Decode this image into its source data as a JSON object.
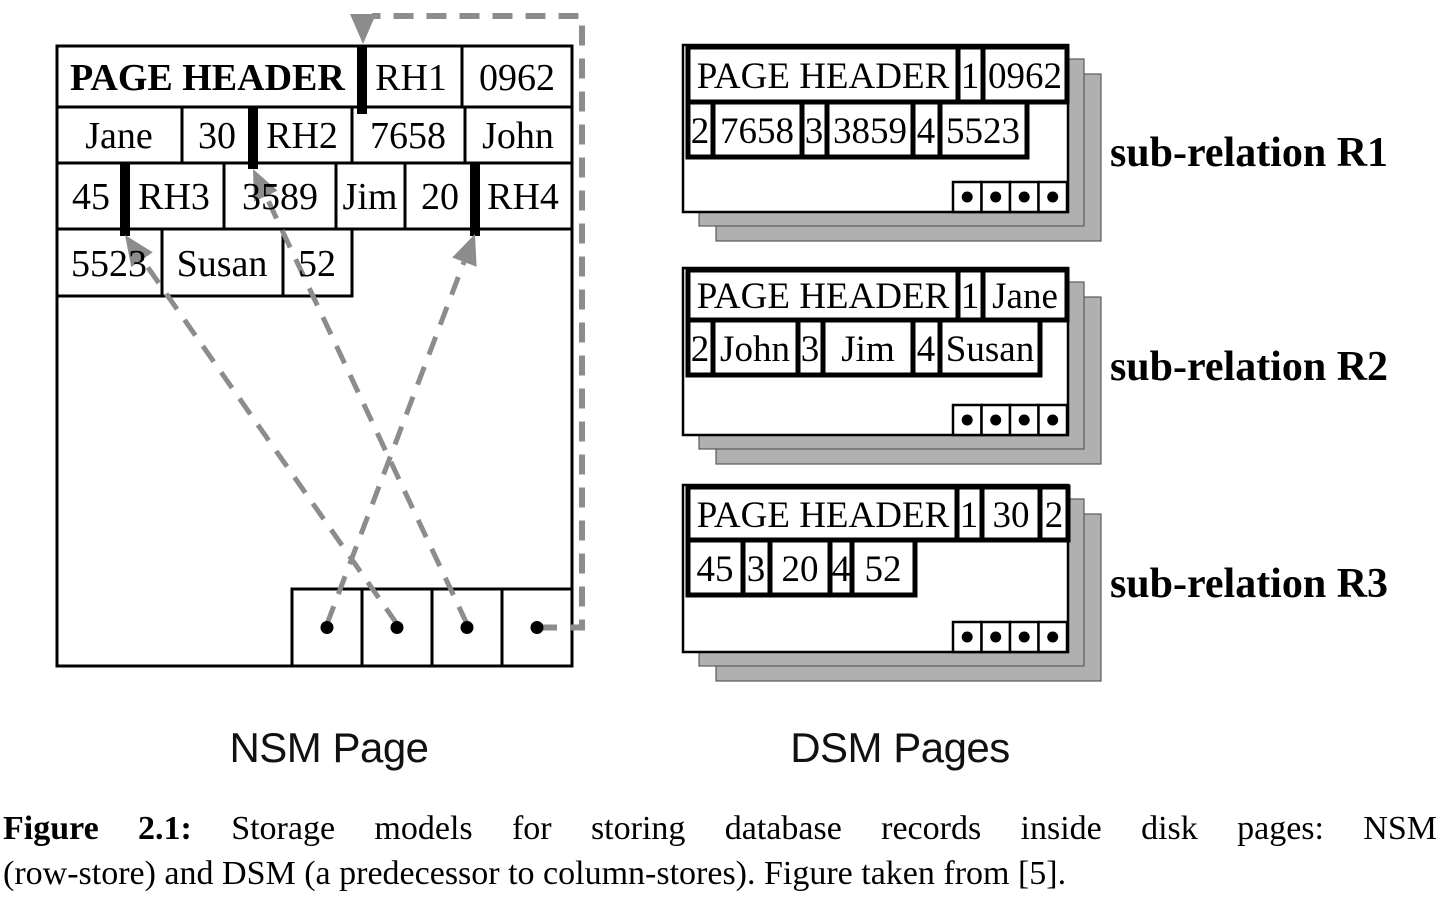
{
  "nsm": {
    "label": "NSM Page",
    "row1": [
      "PAGE HEADER",
      "RH1",
      "0962"
    ],
    "row2": [
      "Jane",
      "30",
      "RH2",
      "7658",
      "John"
    ],
    "row3": [
      "45",
      "RH3",
      "3589",
      "Jim",
      "20",
      "RH4"
    ],
    "row4": [
      "5523",
      "Susan",
      "52"
    ]
  },
  "dsm": {
    "label": "DSM Pages",
    "pages": [
      {
        "label": "sub-relation R1",
        "header": "PAGE HEADER",
        "row1": [
          "1",
          "0962"
        ],
        "row2": [
          "2",
          "7658",
          "3",
          "3859",
          "4",
          "5523"
        ]
      },
      {
        "label": "sub-relation R2",
        "header": "PAGE HEADER",
        "row1": [
          "1",
          "Jane"
        ],
        "row2": [
          "2",
          "John",
          "3",
          "Jim",
          "4",
          "Susan"
        ]
      },
      {
        "label": "sub-relation R3",
        "header": "PAGE HEADER",
        "row1": [
          "1",
          "30",
          "2"
        ],
        "row2": [
          "45",
          "3",
          "20",
          "4",
          "52"
        ]
      }
    ]
  },
  "caption": {
    "bold": "Figure 2.1:",
    "line1_rest": "Storage models for storing database records inside disk pages: NSM",
    "line2": "(row-store) and DSM (a predecessor to column-stores). Figure taken from [5]."
  },
  "colors": {
    "dash_gray": "#8c8c8c",
    "stack_gray": "#b0b0b0",
    "border_black": "#000000"
  }
}
